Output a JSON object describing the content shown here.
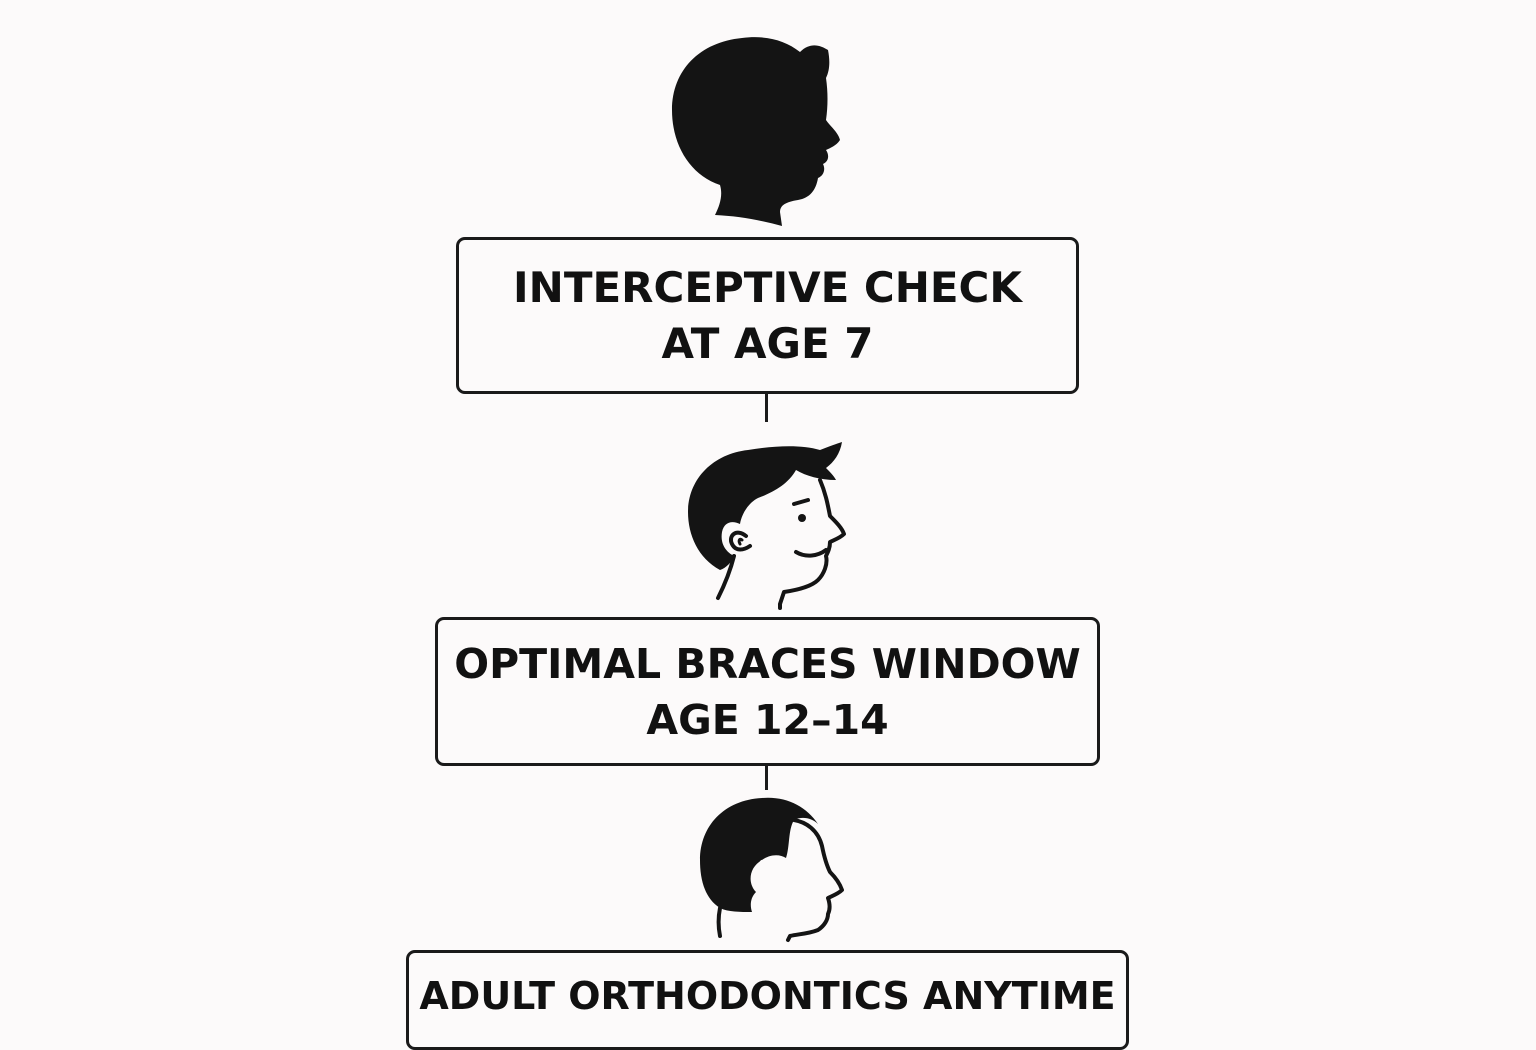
{
  "stages": [
    {
      "icon": "child-head-silhouette-icon",
      "line1": "INTERCEPTIVE CHECK",
      "line2": "AT AGE 7"
    },
    {
      "icon": "teen-head-outline-icon",
      "line1": "OPTIMAL BRACES WINDOW",
      "line2": "AGE 12–14"
    },
    {
      "icon": "adult-head-profile-icon",
      "line1": "ADULT ORTHODONTICS ANYTIME"
    }
  ],
  "colors": {
    "background": "#fcfafa",
    "ink": "#1a1a1a"
  }
}
